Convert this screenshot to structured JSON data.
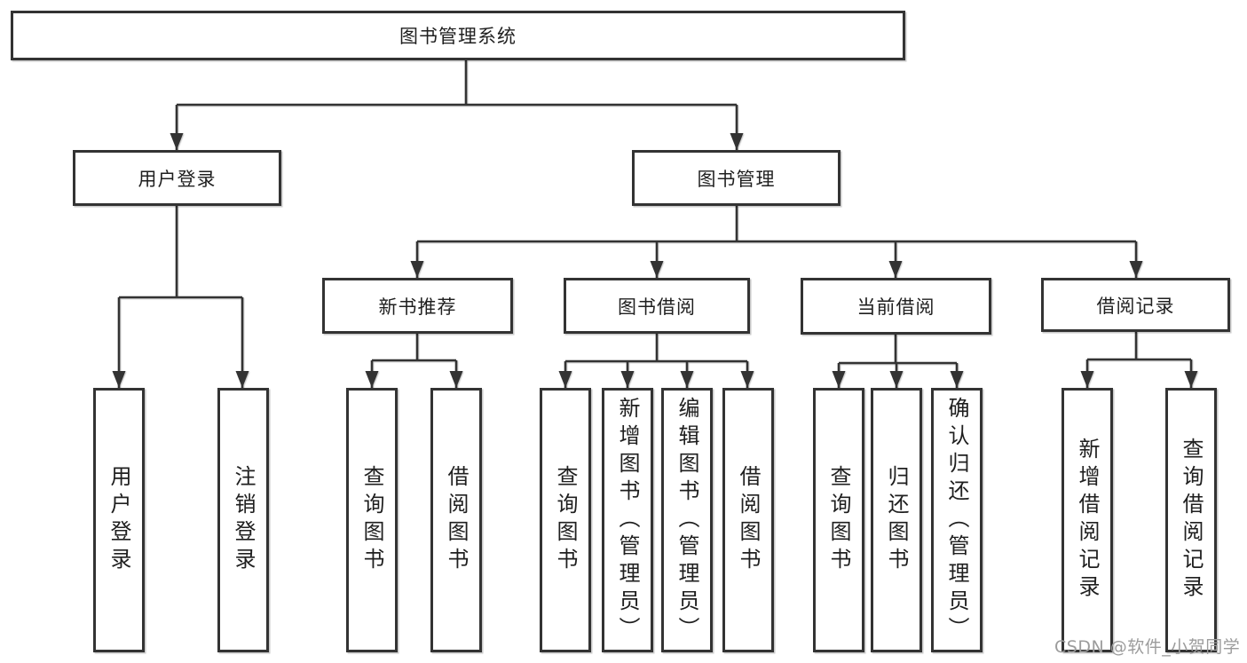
{
  "diagram": {
    "colors": {
      "line": "#333333",
      "text": "#1f1f1f",
      "background": "#ffffff",
      "watermark": "#9c9c9c"
    },
    "tree": {
      "root": {
        "label": "图书管理系统"
      },
      "branches": [
        {
          "label": "用户登录",
          "children": [
            {
              "label": "用户登录"
            },
            {
              "label": "注销登录"
            }
          ]
        },
        {
          "label": "图书管理",
          "groups": [
            {
              "label": "新书推荐",
              "children": [
                {
                  "label": "查询图书"
                },
                {
                  "label": "借阅图书"
                }
              ]
            },
            {
              "label": "图书借阅",
              "children": [
                {
                  "label": "查询图书"
                },
                {
                  "label": "新增图书（管理员）"
                },
                {
                  "label": "编辑图书（管理员）"
                },
                {
                  "label": "借阅图书"
                }
              ]
            },
            {
              "label": "当前借阅",
              "children": [
                {
                  "label": "查询图书"
                },
                {
                  "label": "归还图书"
                },
                {
                  "label": "确认归还（管理员）"
                }
              ]
            },
            {
              "label": "借阅记录",
              "children": [
                {
                  "label": "新增借阅记录"
                },
                {
                  "label": "查询借阅记录"
                }
              ]
            }
          ]
        }
      ]
    }
  },
  "watermark": {
    "text": "CSDN @软件_小贺同学"
  }
}
